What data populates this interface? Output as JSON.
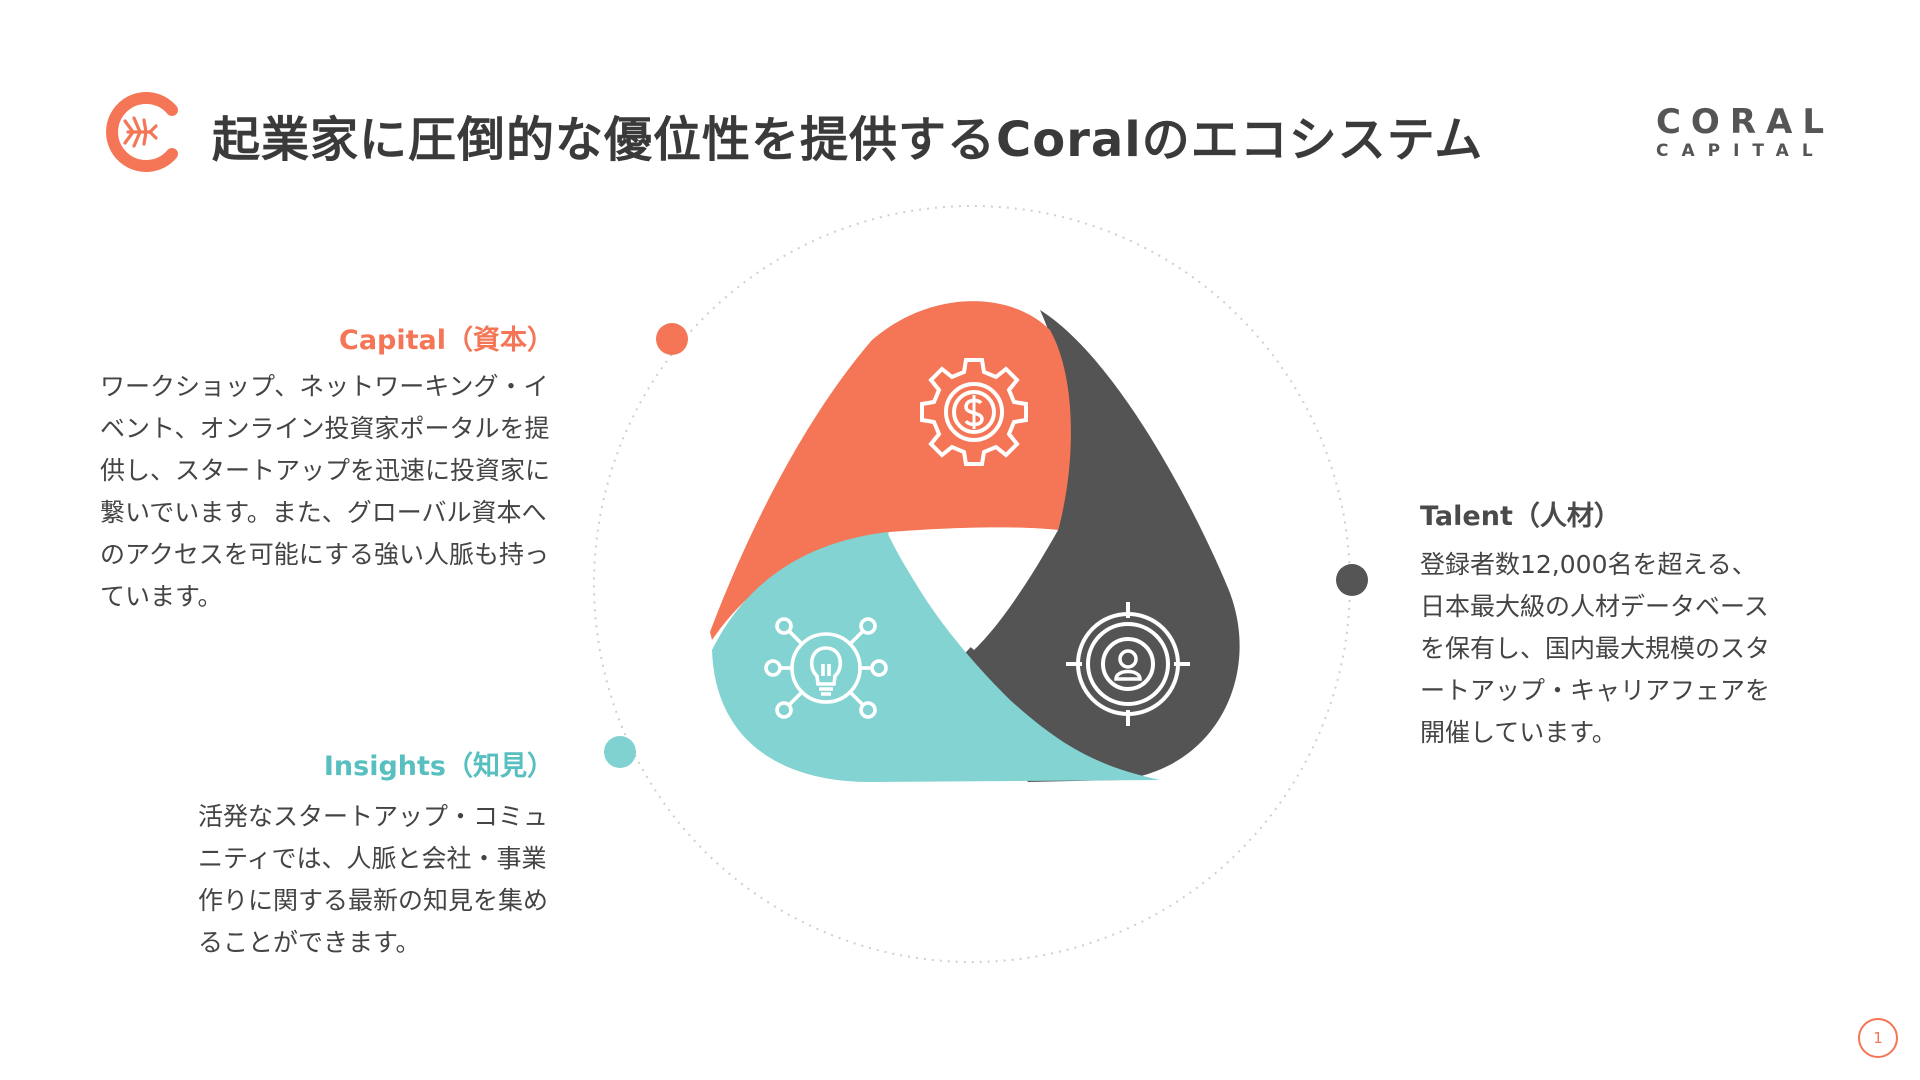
{
  "header": {
    "title": "起業家に圧倒的な優位性を提供するCoralのエコシステム",
    "brand_top": "CORAL",
    "brand_bottom": "CAPITAL"
  },
  "sections": {
    "capital": {
      "title": "Capital（資本）",
      "body": "ワークショップ、ネットワーキング・イベント、オンライン投資家ポータルを提供し、スタートアップを迅速に投資家に繋いでいます。また、グローバル資本へのアクセスを可能にする強い人脈も持っています。",
      "color": "#f47656",
      "icon": "gear-dollar-icon"
    },
    "talent": {
      "title": "Talent（人材）",
      "body": "登録者数12,000名を超える、日本最大級の人材データベースを保有し、国内最大規模のスタートアップ・キャリアフェアを開催しています。",
      "color": "#4f4f4f",
      "icon": "person-target-icon"
    },
    "insights": {
      "title": "Insights（知見）",
      "body": "活発なスタートアップ・コミュニティでは、人脈と会社・事業作りに関する最新の知見を集めることができます。",
      "color": "#7fd2d0",
      "icon": "lightbulb-network-icon"
    }
  },
  "page_number": "1"
}
